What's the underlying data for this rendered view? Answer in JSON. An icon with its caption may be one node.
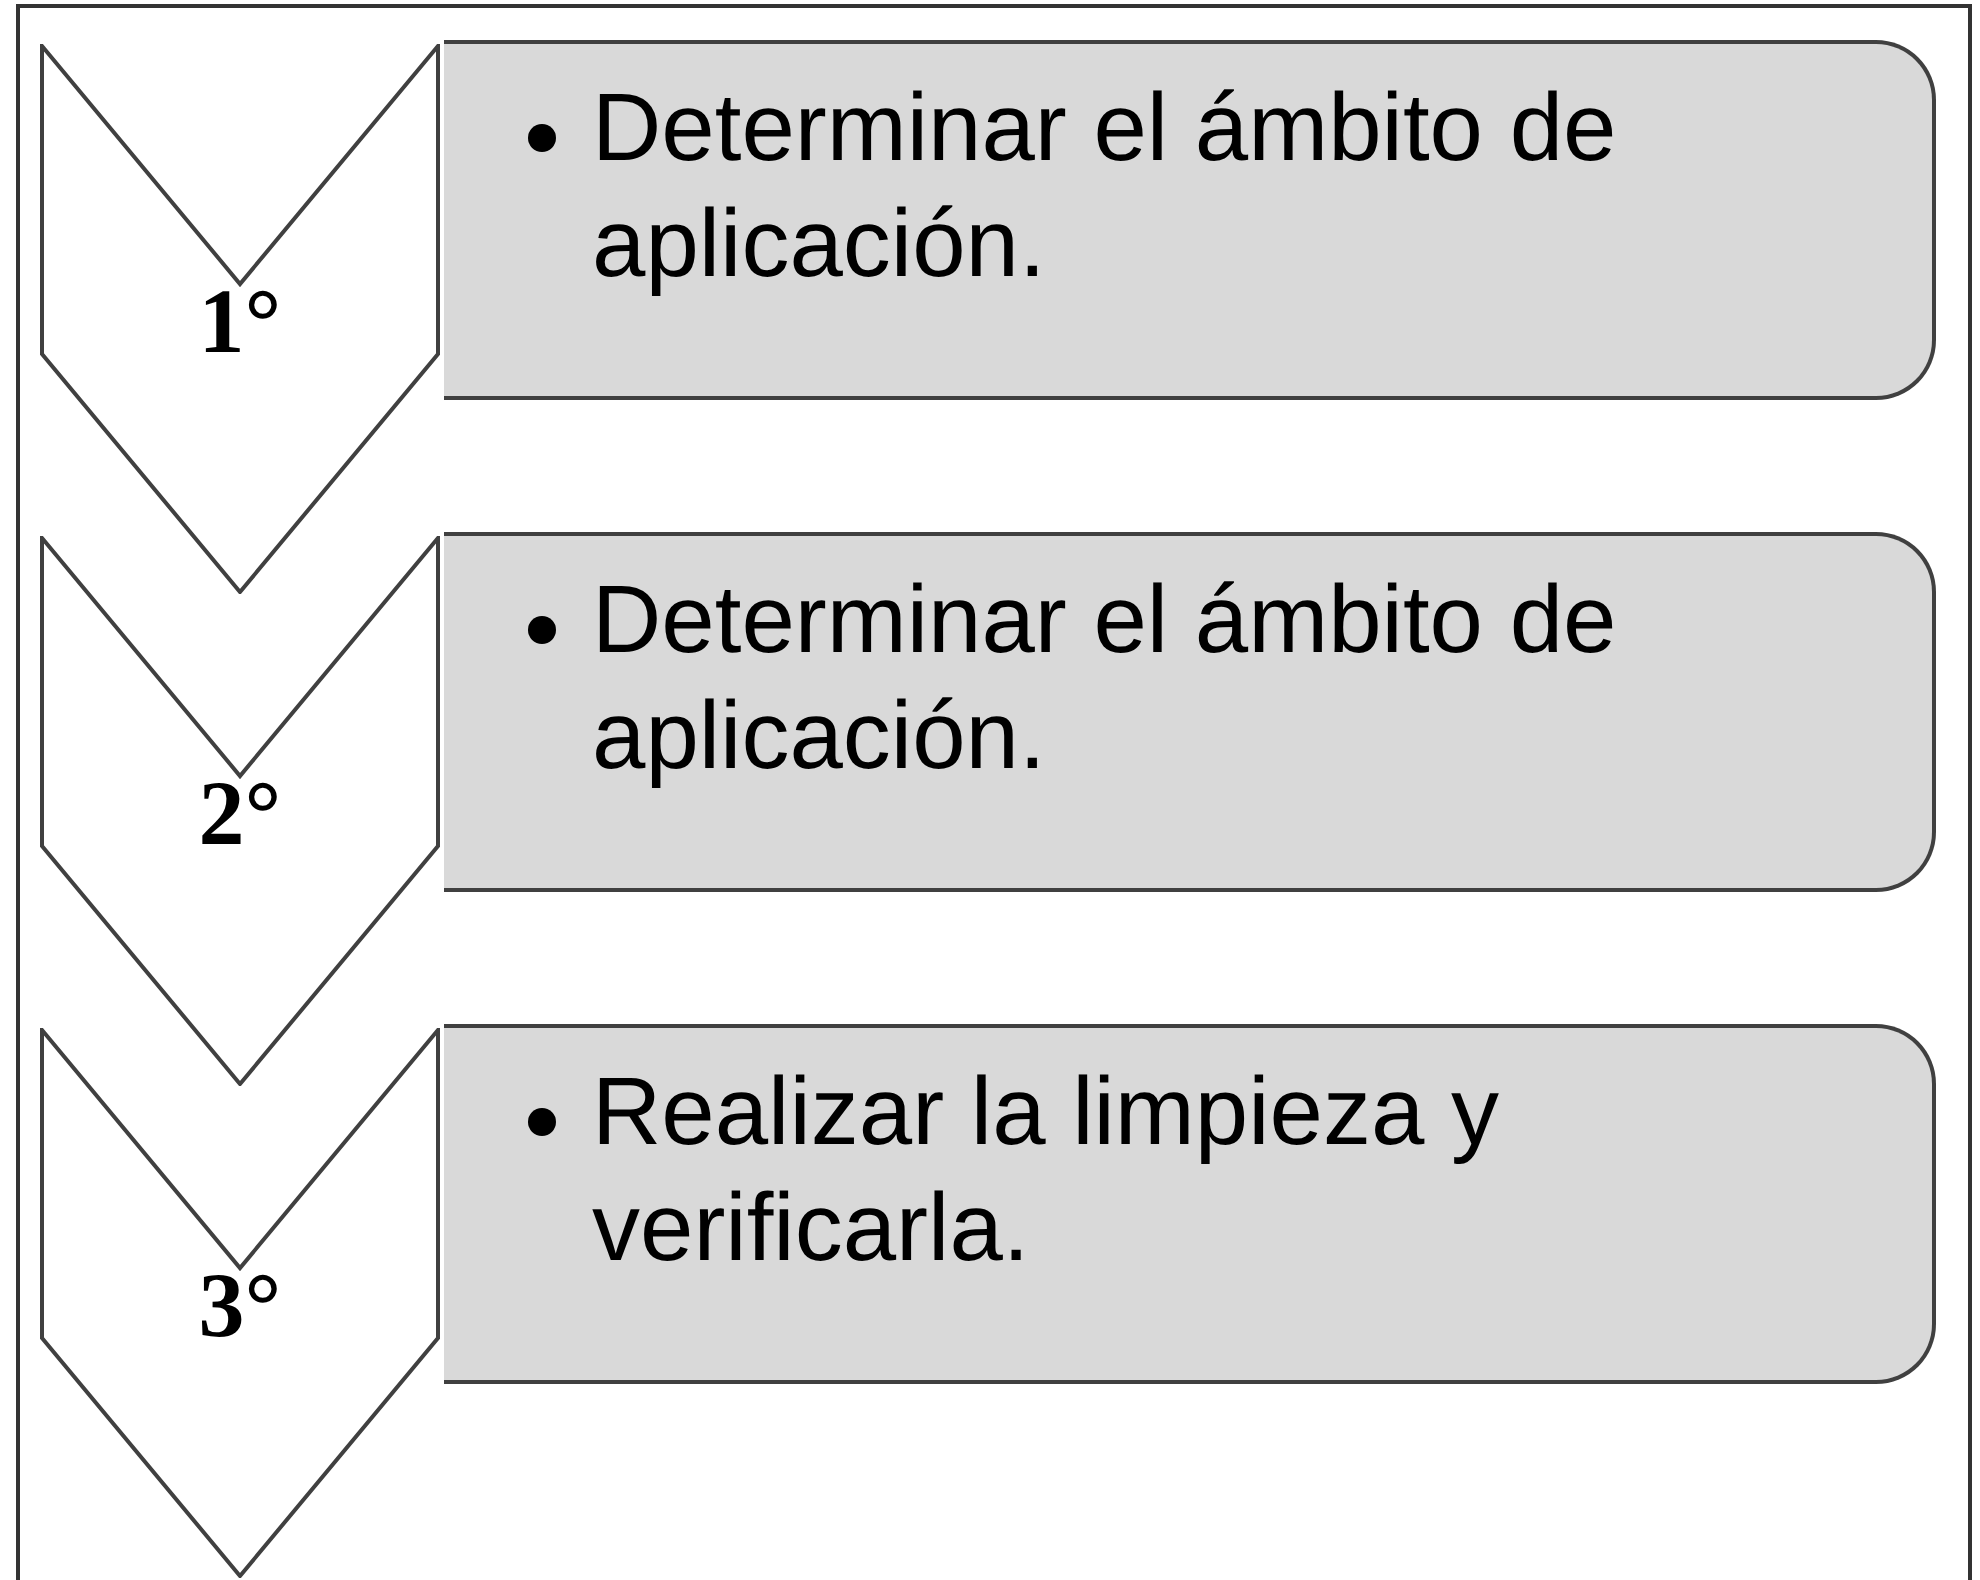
{
  "diagram": {
    "nodes": [
      {
        "text": [
          "1°"
        ]
      },
      {
        "text": [
          "Determinar el ámbito de aplicación."
        ]
      },
      {
        "text": [
          "2°"
        ]
      },
      {
        "text": [
          "Determinar el ámbito de aplicación."
        ]
      },
      {
        "text": [
          "3°"
        ]
      },
      {
        "text": [
          "Realizar la limpieza y verificarla."
        ]
      }
    ]
  }
}
